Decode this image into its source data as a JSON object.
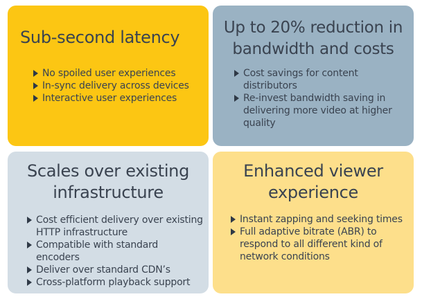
{
  "cards": [
    {
      "title": "Sub-second latency",
      "bg": "#fcc613",
      "bullets": [
        "No spoiled user experiences",
        "In-sync delivery across devices",
        "Interactive user experiences"
      ]
    },
    {
      "title": "Up to 20% reduction in bandwidth and costs",
      "bg": "#9ab2c3",
      "bullets": [
        "Cost savings for content distributors",
        "Re-invest bandwidth saving in delivering more video at higher quality"
      ]
    },
    {
      "title": "Scales over existing infrastructure",
      "bg": "#d3dde5",
      "bullets": [
        "Cost efficient delivery over existing HTTP infrastructure",
        "Compatible with standard encoders",
        "Deliver over standard CDN’s",
        "Cross-platform playback support"
      ]
    },
    {
      "title": "Enhanced viewer experience",
      "bg": "#fddf8b",
      "bullets": [
        "Instant zapping and seeking times",
        "Full adaptive bitrate (ABR) to respond to all different kind of network conditions"
      ]
    }
  ],
  "colors": {
    "text": "#3a4350",
    "bullet": "#2f3946"
  }
}
